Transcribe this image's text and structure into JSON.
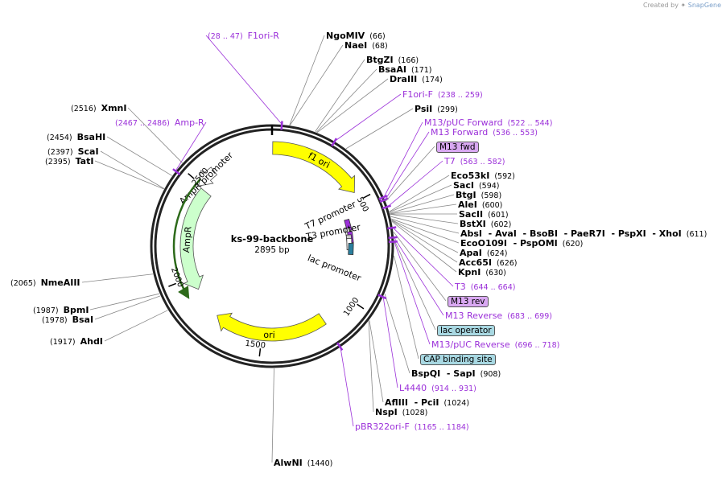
{
  "credit": {
    "created_by": "Created by",
    "brand": "SnapGene"
  },
  "plasmid": {
    "name": "ks-99-backbone",
    "size_label": "2895 bp",
    "length_bp": 2895
  },
  "ticks": [
    {
      "label": "500",
      "bp": 500
    },
    {
      "label": "1000",
      "bp": 1000
    },
    {
      "label": "1500",
      "bp": 1500
    },
    {
      "label": "2000",
      "bp": 2000
    },
    {
      "label": "2500",
      "bp": 2500
    }
  ],
  "features": [
    {
      "name": "f1 ori",
      "start": 3,
      "end": 458,
      "color": "#ffff00",
      "direction": "forward"
    },
    {
      "name": "ori",
      "start": 1168,
      "end": 1756,
      "color": "#ffff00",
      "direction": "forward"
    },
    {
      "name": "AmpR",
      "start": 1927,
      "end": 2487,
      "color": "#ccffcc",
      "direction": "reverse"
    },
    {
      "name": "AmpR promoter",
      "start": 2488,
      "end": 2592,
      "color": "#ffffff",
      "direction": "reverse"
    }
  ],
  "inner_labels": [
    {
      "text": "T7 promoter"
    },
    {
      "text": "T3 promoter"
    },
    {
      "text": "lac promoter"
    }
  ],
  "enzymes": [
    {
      "name": "NgoMIV",
      "pos": "(66)"
    },
    {
      "name": "NaeI",
      "pos": "(68)"
    },
    {
      "name": "BtgZI",
      "pos": "(166)"
    },
    {
      "name": "BsaAI",
      "pos": "(171)"
    },
    {
      "name": "DraIII",
      "pos": "(174)"
    },
    {
      "name": "PsiI",
      "pos": "(299)"
    },
    {
      "name": "Eco53kI",
      "pos": "(592)"
    },
    {
      "name": "SacI",
      "pos": "(594)"
    },
    {
      "name": "BtgI",
      "pos": "(598)"
    },
    {
      "name": "AleI",
      "pos": "(600)"
    },
    {
      "name": "SacII",
      "pos": "(601)"
    },
    {
      "name": "BstXI",
      "pos": "(602)"
    },
    {
      "name": "AbsI  - AvaI  - BsoBI  - PaeR7I  - PspXI  - XhoI",
      "pos": "(611)"
    },
    {
      "name": "EcoO109I  - PspOMI",
      "pos": "(620)"
    },
    {
      "name": "ApaI",
      "pos": "(624)"
    },
    {
      "name": "Acc65I",
      "pos": "(626)"
    },
    {
      "name": "KpnI",
      "pos": "(630)"
    },
    {
      "name": "BspQI  - SapI",
      "pos": "(908)"
    },
    {
      "name": "AflIII  - PciI",
      "pos": "(1024)"
    },
    {
      "name": "NspI",
      "pos": "(1028)"
    },
    {
      "name": "AlwNI",
      "pos": "(1440)"
    },
    {
      "name": "AhdI",
      "pos": "(1917)"
    },
    {
      "name": "BsaI",
      "pos": "(1978)"
    },
    {
      "name": "BpmI",
      "pos": "(1987)"
    },
    {
      "name": "NmeAIII",
      "pos": "(2065)"
    },
    {
      "name": "TatI",
      "pos": "(2395)"
    },
    {
      "name": "ScaI",
      "pos": "(2397)"
    },
    {
      "name": "BsaHI",
      "pos": "(2454)"
    },
    {
      "name": "XmnI",
      "pos": "(2516)"
    }
  ],
  "primers": [
    {
      "name": "F1ori-R",
      "range": "(28 .. 47)"
    },
    {
      "name": "F1ori-F",
      "range": "(238 .. 259)"
    },
    {
      "name": "M13/pUC Forward",
      "range": "(522 .. 544)"
    },
    {
      "name": "M13 Forward",
      "range": "(536 .. 553)"
    },
    {
      "name": "T7",
      "range": "(563 .. 582)"
    },
    {
      "name": "T3",
      "range": "(644 .. 664)"
    },
    {
      "name": "M13 Reverse",
      "range": "(683 .. 699)"
    },
    {
      "name": "M13/pUC Reverse",
      "range": "(696 .. 718)"
    },
    {
      "name": "L4440",
      "range": "(914 .. 931)"
    },
    {
      "name": "pBR322ori-F",
      "range": "(1165 .. 1184)"
    },
    {
      "name": "Amp-R",
      "range": "(2467 .. 2486)"
    }
  ],
  "boxed_labels": [
    {
      "text": "M13 fwd",
      "color": "#d9a8f2"
    },
    {
      "text": "M13 rev",
      "color": "#d9a8f2"
    },
    {
      "text": "lac operator",
      "color": "#a8d8e2"
    },
    {
      "text": "CAP binding site",
      "color": "#a8d8e2"
    }
  ]
}
